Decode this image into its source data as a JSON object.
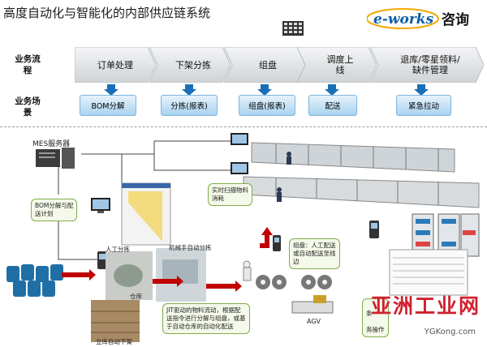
{
  "title": "高度自动化与智能化的内部供应链系统",
  "logo": {
    "e_text": "e-works",
    "cn_text": "咨询"
  },
  "row_labels": {
    "process": "业务流\n程",
    "scene": "业务场\n景"
  },
  "stages": [
    "订单处理",
    "下架分拣",
    "组盘",
    "调度上\n线",
    "退库/零星领料/\n缺件管理"
  ],
  "scenes": [
    "BOM分解",
    "分拣(报表)",
    "组盘(报表)",
    "配送",
    "紧急拉动"
  ],
  "lower": {
    "mes_server": "MES服务器",
    "bom_callout": "BOM分解与配\n送计划",
    "realtime_callout": "实时扫描物料\n消耗",
    "manual_sort": "人工分拣",
    "robot_sort": "机械手自动分拣",
    "warehouse": "仓库",
    "stereo_pick": "立库自动下架",
    "pallet_callout": "组盘：人工配送\n或自动配送至线\n边",
    "jit_callout": "JIT驱动的物料流动，根据配\n送指令进行分解与组盘，或基\n于自动仓库的自动化配送",
    "agv": "AGV",
    "right_callout": "条",
    "right_callout2": "务操作"
  },
  "watermark": {
    "main": "亚洲工业网",
    "sub": "YGKong.com"
  },
  "colors": {
    "arrow": "#c00000",
    "pill": "#a9d3ef",
    "stage": "#e4e6e8",
    "watermark": "#d0202e"
  }
}
